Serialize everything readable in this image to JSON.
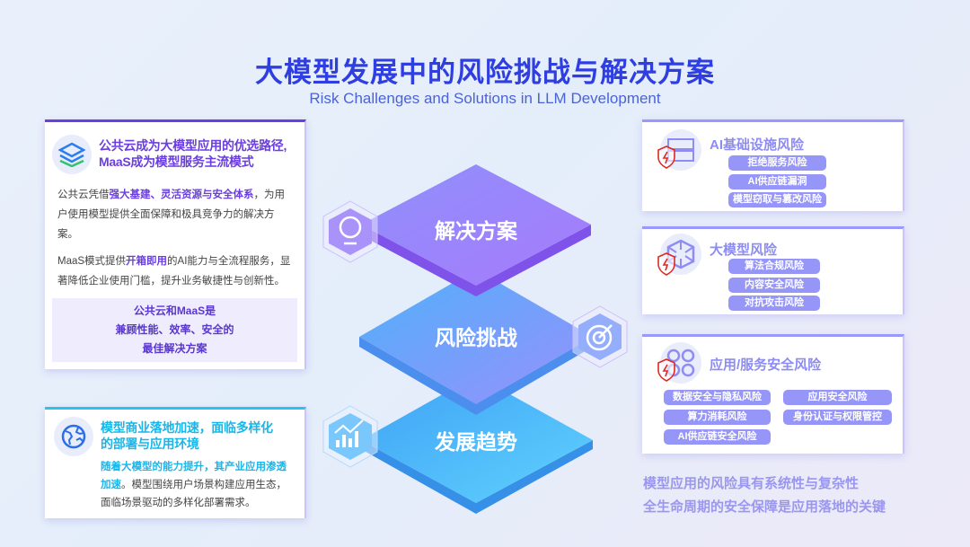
{
  "header": {
    "title": "大模型发展中的风险挑战与解决方案",
    "subtitle": "Risk Challenges and Solutions in LLM Development"
  },
  "left_top": {
    "heading_line1": "公共云成为大模型应用的优选路径,",
    "heading_line2": "MaaS成为模型服务主流模式",
    "p1_a": "公共云凭借",
    "p1_hl": "强大基建、灵活资源与安全体系",
    "p1_b": "，为用户使用模型提供全面保障和极具竞争力的解决方案。",
    "p2_a": "MaaS模式提供",
    "p2_hl": "开箱即用",
    "p2_b": "的AI能力与全流程服务，显著降低企业使用门槛，提升业务敏捷性与创新性。",
    "box_lines": [
      "公共云和MaaS是",
      "兼顾性能、效率、安全的",
      "最佳解决方案"
    ]
  },
  "left_bottom": {
    "heading_line1": "模型商业落地加速，面临多样化",
    "heading_line2": "的部署与应用环境",
    "p_hl": "随着大模型的能力提升，其产业应用渗透加速",
    "p_b": "。模型围绕用户场景构建应用生态，面临场景驱动的多样化部署需求。"
  },
  "layers": [
    {
      "label": "解决方案",
      "icon": "lightbulb-icon"
    },
    {
      "label": "风险挑战",
      "icon": "target-icon"
    },
    {
      "label": "发展趋势",
      "icon": "chart-growth-icon"
    }
  ],
  "right": [
    {
      "title": "AI基础设施风险",
      "icon": "server-icon",
      "items": [
        "拒绝服务风险",
        "AI供应链漏洞",
        "模型窃取与篡改风险"
      ]
    },
    {
      "title": "大模型风险",
      "icon": "cube-icon",
      "items": [
        "算法合规风险",
        "内容安全风险",
        "对抗攻击风险"
      ]
    },
    {
      "title": "应用/服务安全风险",
      "icon": "apps-icon",
      "items": [
        "数据安全与隐私风险",
        "应用安全风险",
        "算力消耗风险",
        "身份认证与权限管控",
        "AI供应链安全风险"
      ]
    }
  ],
  "conclusion": [
    "模型应用的风险具有系统性与复杂性",
    "全生命周期的安全保障是应用落地的关键"
  ],
  "colors": {
    "purple": "#6a3ee0",
    "cyan": "#18b6ea",
    "pill": "#9695f8",
    "title": "#2f3ee0",
    "shield": "#e0281e"
  }
}
